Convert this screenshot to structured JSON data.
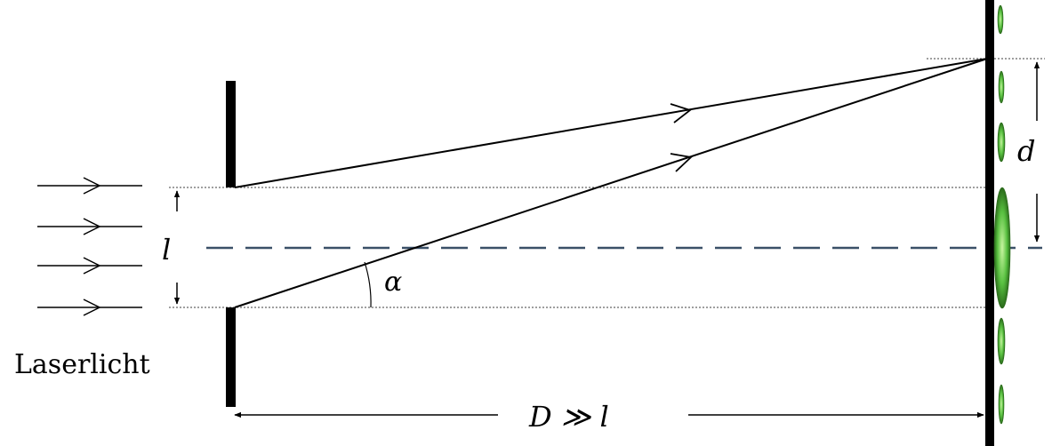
{
  "labels": {
    "source": "Laserlicht",
    "slit_width": "l",
    "angle": "α",
    "fringe_spacing": "d",
    "distance": "D ≫ l"
  },
  "colors": {
    "ink": "#000000",
    "axis_dash": "#3a5068",
    "fringe": "#58c040",
    "fringe_edge": "#2a6a1a"
  },
  "icons": {
    "beam_arrow": "arrow-right-icon",
    "dimension_arrow": "double-arrow-icon"
  }
}
